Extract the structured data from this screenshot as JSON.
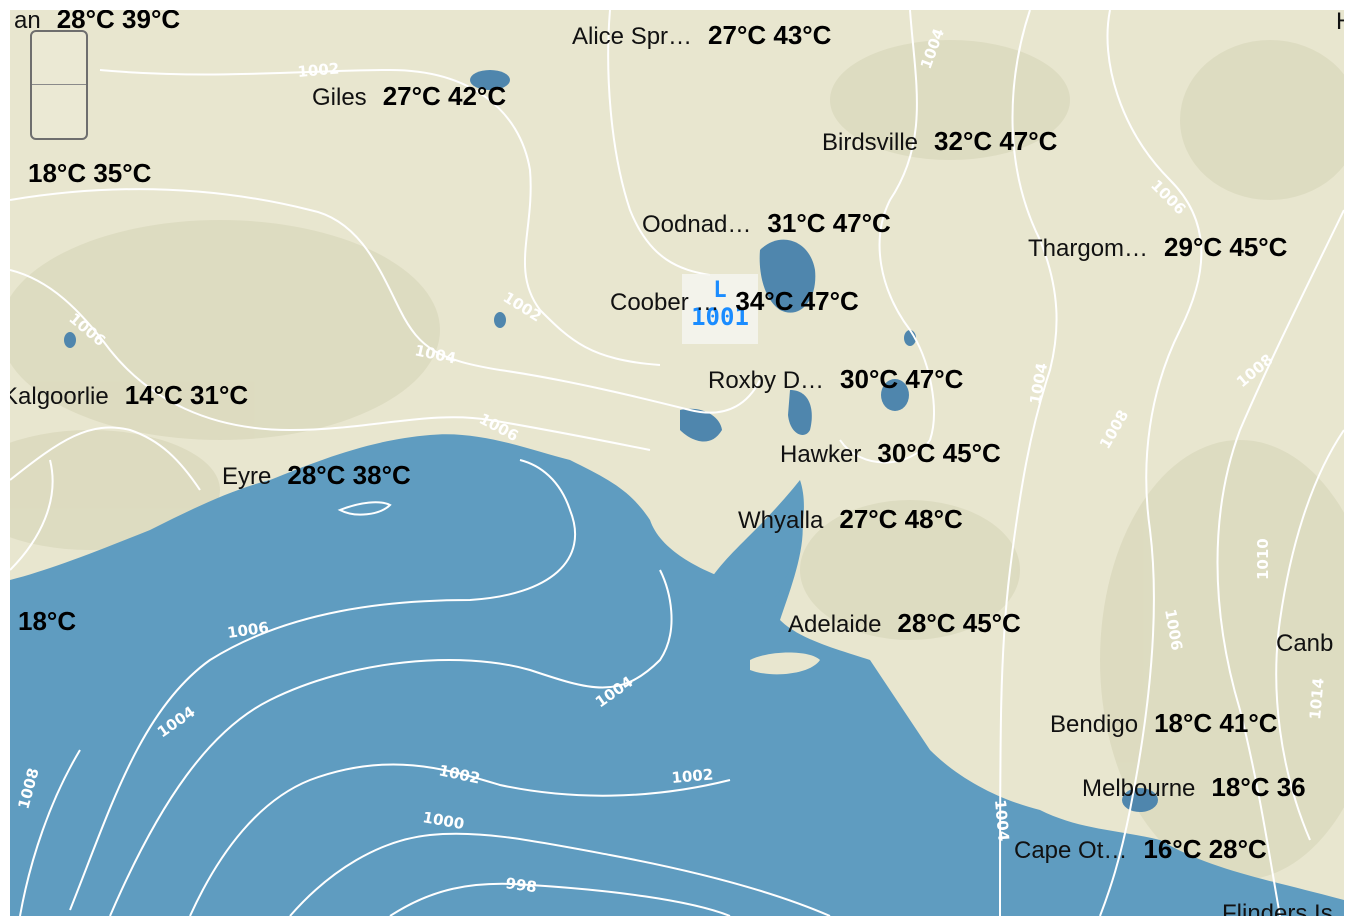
{
  "map": {
    "colors": {
      "land": "#e8e6cf",
      "land_dark": "#d7d5b8",
      "sea": "#5f9cc0",
      "isobar": "#ffffff",
      "low_marker": "#1a8cff"
    },
    "low_pressure": {
      "symbol": "L",
      "value": "1001"
    },
    "isobar_labels": [
      "1002",
      "1002",
      "1004",
      "1004",
      "1006",
      "1006",
      "1006",
      "1004",
      "1004",
      "1002",
      "1000",
      "998",
      "1008",
      "1006",
      "1008",
      "1010",
      "1006",
      "1008",
      "1004",
      "1002",
      "1006",
      "1014"
    ],
    "cities": [
      {
        "name": "an",
        "temps": "28°C 39°C"
      },
      {
        "name": "Alice Spr…",
        "temps": "27°C 43°C"
      },
      {
        "name": "Giles",
        "temps": "27°C 42°C"
      },
      {
        "name": "Birdsville",
        "temps": "32°C 47°C"
      },
      {
        "name": "",
        "temps": "18°C 35°C"
      },
      {
        "name": "Oodnad…",
        "temps": "31°C 47°C"
      },
      {
        "name": "Thargom…",
        "temps": "29°C 45°C"
      },
      {
        "name": "Coober …",
        "temps": "34°C 47°C"
      },
      {
        "name": "Roxby D…",
        "temps": "30°C 47°C"
      },
      {
        "name": "Kalgoorlie",
        "temps": "14°C 31°C"
      },
      {
        "name": "Hawker",
        "temps": "30°C 45°C"
      },
      {
        "name": "Eyre",
        "temps": "28°C 38°C"
      },
      {
        "name": "Whyalla",
        "temps": "27°C 48°C"
      },
      {
        "name": "",
        "temps": "18°C"
      },
      {
        "name": "Adelaide",
        "temps": "28°C 45°C"
      },
      {
        "name": "Canb",
        "temps": ""
      },
      {
        "name": "Bendigo",
        "temps": "18°C 41°C"
      },
      {
        "name": "Melbourne",
        "temps": "18°C 36"
      },
      {
        "name": "Cape Ot…",
        "temps": "16°C 28°C"
      },
      {
        "name": "Flinders Is",
        "temps": ""
      },
      {
        "name": "H",
        "temps": ""
      }
    ]
  }
}
